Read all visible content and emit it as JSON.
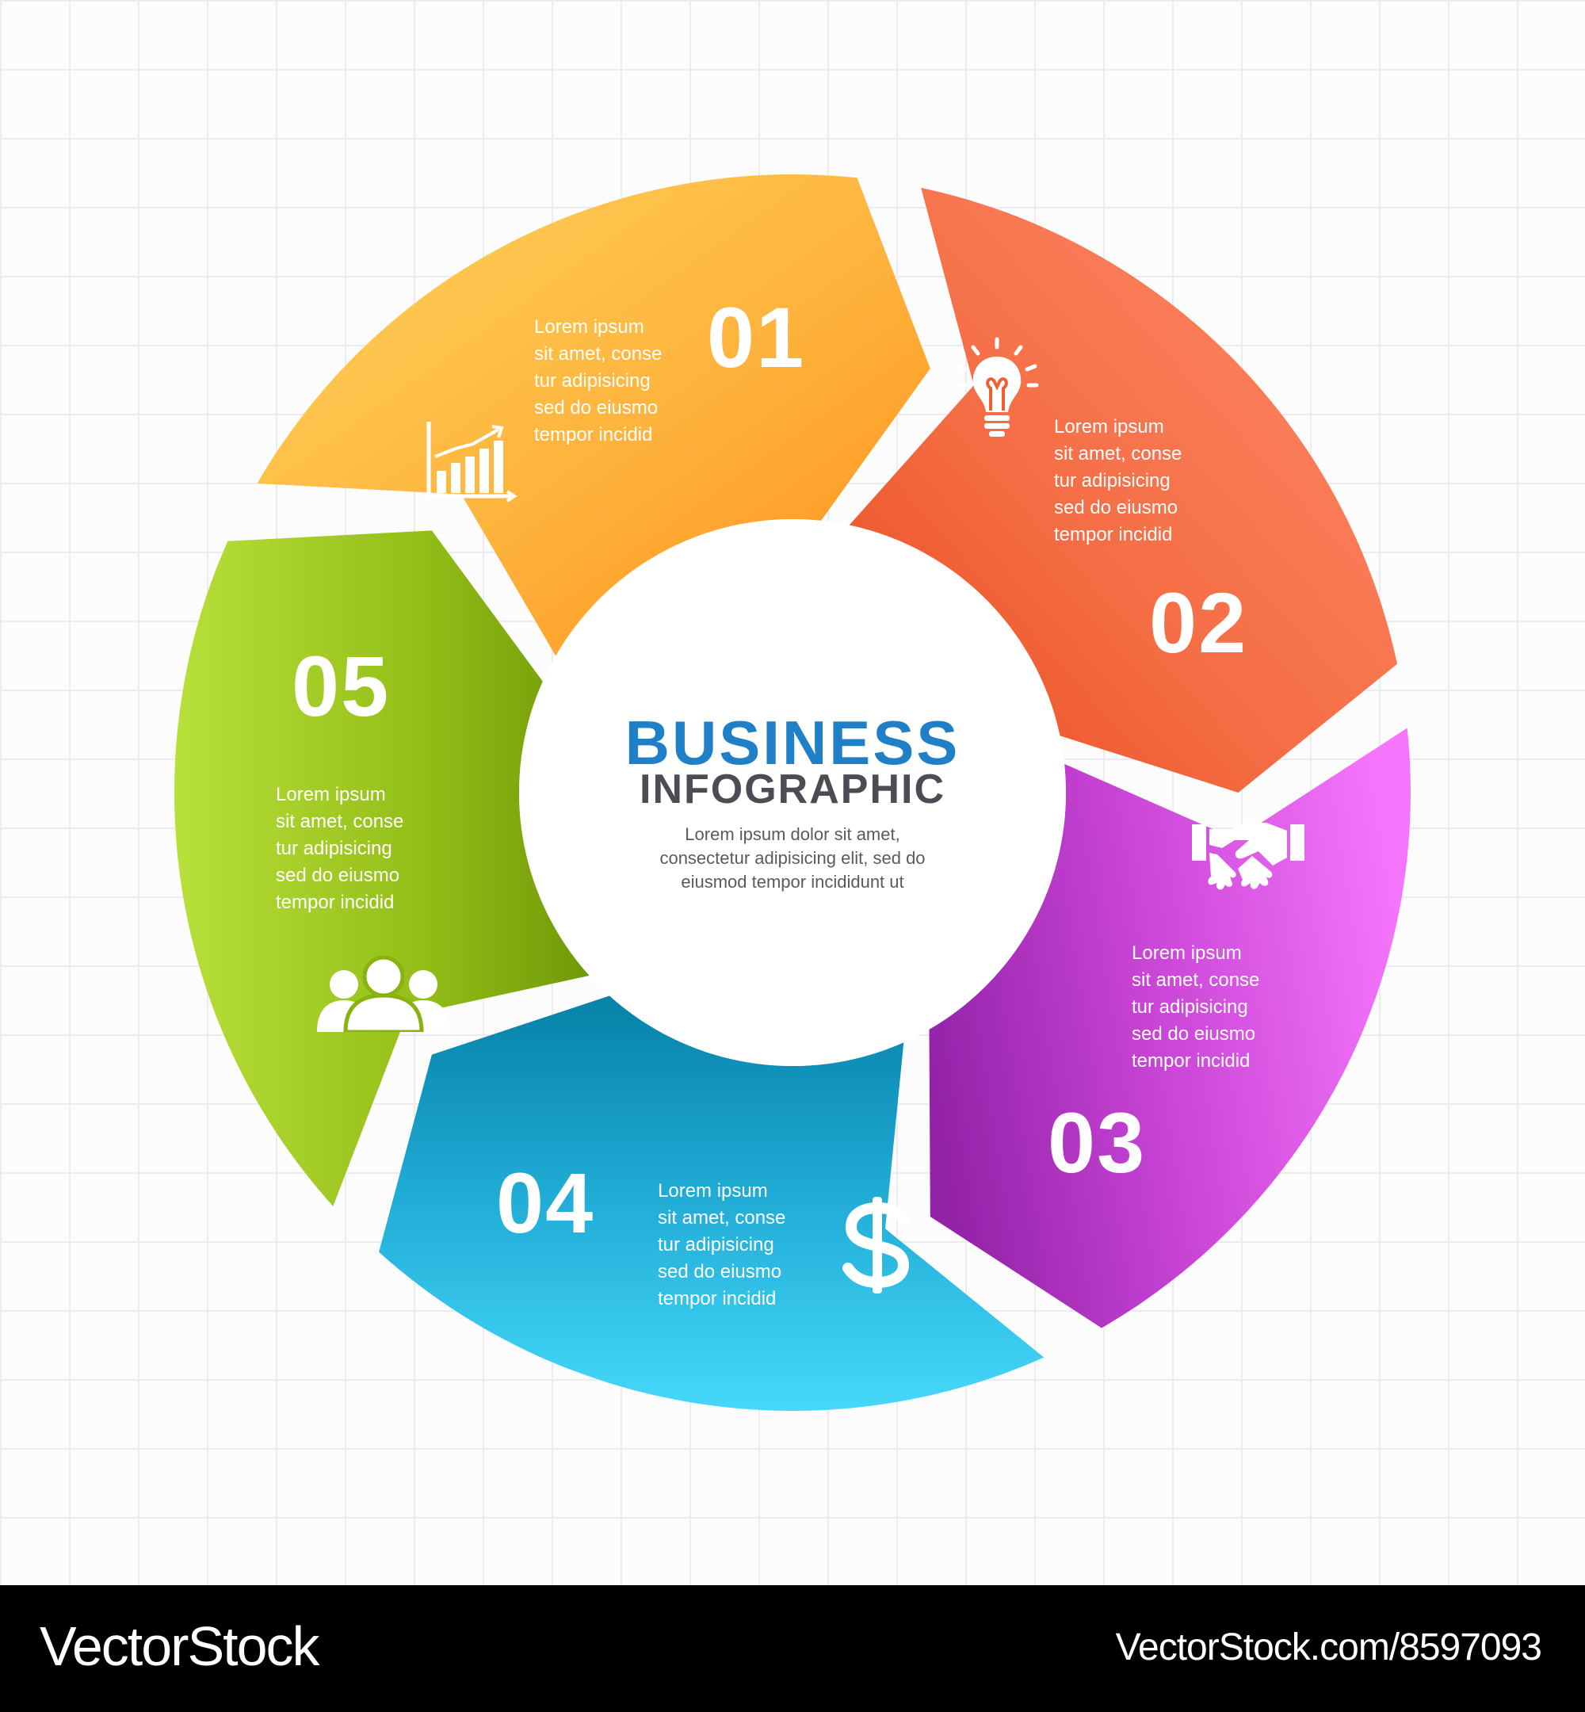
{
  "infographic": {
    "title": "BUSINESS",
    "subtitle": "INFOGRAPHIC",
    "description": [
      "Lorem ipsum dolor sit amet,",
      "consectetur adipisicing elit, sed do",
      "eiusmod tempor incididunt ut"
    ]
  },
  "steps": [
    {
      "number": "01",
      "text": [
        "Lorem ipsum",
        "sit amet, conse",
        "tur adipisicing",
        "sed do eiusmo",
        "tempor incidid"
      ],
      "icon": "bar-chart-icon",
      "colors": {
        "light": "#fdd55e",
        "dark": "#fd8f1b"
      }
    },
    {
      "number": "02",
      "text": [
        "Lorem ipsum",
        "sit amet, conse",
        "tur adipisicing",
        "sed do eiusmo",
        "tempor incidid"
      ],
      "icon": "lightbulb-icon",
      "colors": {
        "light": "#ff8c6a",
        "dark": "#e8471f"
      }
    },
    {
      "number": "03",
      "text": [
        "Lorem ipsum",
        "sit amet, conse",
        "tur adipisicing",
        "sed do eiusmo",
        "tempor incidid"
      ],
      "icon": "handshake-icon",
      "colors": {
        "light": "#f576fc",
        "dark": "#9222a8"
      }
    },
    {
      "number": "04",
      "text": [
        "Lorem ipsum",
        "sit amet, conse",
        "tur adipisicing",
        "sed do eiusmo",
        "tempor incidid"
      ],
      "icon": "dollar-icon",
      "colors": {
        "light": "#46d8fb",
        "dark": "#0781a8"
      }
    },
    {
      "number": "05",
      "text": [
        "Lorem ipsum",
        "sit amet, conse",
        "tur adipisicing",
        "sed do eiusmo",
        "tempor incidid"
      ],
      "icon": "people-group-icon",
      "colors": {
        "light": "#b8e03a",
        "dark": "#6f9a06"
      }
    }
  ],
  "footer": {
    "brand": "VectorStock",
    "image_id": "VectorStock.com/8597093"
  }
}
